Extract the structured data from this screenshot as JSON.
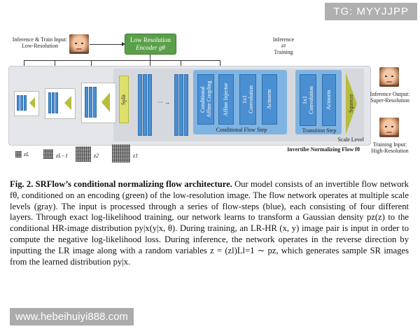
{
  "watermarks": {
    "top_right": "TG: MYYJJPP",
    "bottom_left": "www.hebeihuiyi888.com"
  },
  "figure": {
    "input_label": "Inference & Train Input:\nLow-Resolution",
    "encoder_label_line1": "Low Resolution",
    "encoder_label_line2": "Encoder gθ",
    "inference_training": "Inference\n⇄\nTraining",
    "inference_output": "Inference Output:\nSuper-Resolution",
    "training_input": "Training Input:\nHigh-Resolution",
    "squeeze": "Squeeze",
    "split": "Split",
    "dots": "··· →",
    "cond_affine_coupling": "Conditional\nAffine Coupling",
    "affine_injector": "Affine Injector",
    "conv1x1": "1x1\nConvolution",
    "actnorm": "Actnorm",
    "conditional_flow_step": "Conditional Flow Step",
    "transition_step": "Transition Step",
    "transition_conv": "1x1\nConvolution",
    "transition_actnorm": "Actnorm",
    "scale_level": "Scale Level",
    "invertible_flow": "Invertibe Normalizing Flow fθ",
    "z_labels": [
      "zL",
      "zL−1",
      "z2",
      "z1"
    ]
  },
  "caption": {
    "fig_label": "Fig. 2.",
    "title": "SRFlow’s conditional normalizing flow architecture.",
    "body": "Our model consists of an invertible flow network fθ, conditioned on an encoding (green) of the low-resolution image. The flow network operates at multiple scale levels (gray). The input is processed through a series of flow-steps (blue), each consisting of four different layers. Through exact log-likelihood training, our network learns to transform a Gaussian density pz(z) to the conditional HR-image distribution py|x(y|x, θ). During training, an LR-HR (x, y) image pair is input in order to compute the negative log-likelihood loss. During inference, the network operates in the reverse direction by inputting the LR image along with a random variables z = (zl)Ll=1 ∼ pz, which generates sample SR images from the learned distribution py|x."
  }
}
